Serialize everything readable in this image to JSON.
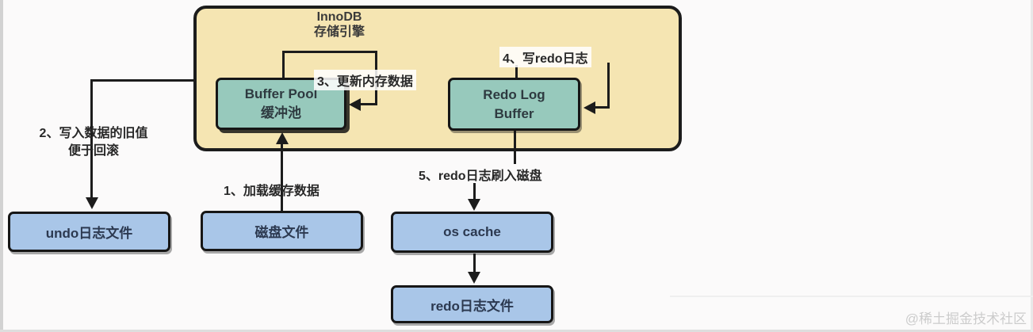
{
  "innodb": {
    "title_line1": "InnoDB",
    "title_line2": "存储引擎"
  },
  "nodes": {
    "buffer_pool_line1": "Buffer Pool",
    "buffer_pool_line2": "缓冲池",
    "redo_log_buffer_line1": "Redo Log",
    "redo_log_buffer_line2": "Buffer",
    "undo_file": "undo日志文件",
    "disk_file": "磁盘文件",
    "os_cache": "os cache",
    "redo_file": "redo日志文件"
  },
  "steps": {
    "s1": "1、加载缓存数据",
    "s2a": "2、写入数据的旧值",
    "s2b": "便于回滚",
    "s3": "3、更新内存数据",
    "s4": "4、写redo日志",
    "s5": "5、redo日志刷入磁盘"
  },
  "watermark": "@稀土掘金技术社区",
  "colors": {
    "container_fill": "#f5e5b2",
    "memory_box_fill": "#97c9bc",
    "file_box_fill": "#a9c6e8",
    "line": "#1c1c1c",
    "watermark_text": "#cccccc"
  }
}
